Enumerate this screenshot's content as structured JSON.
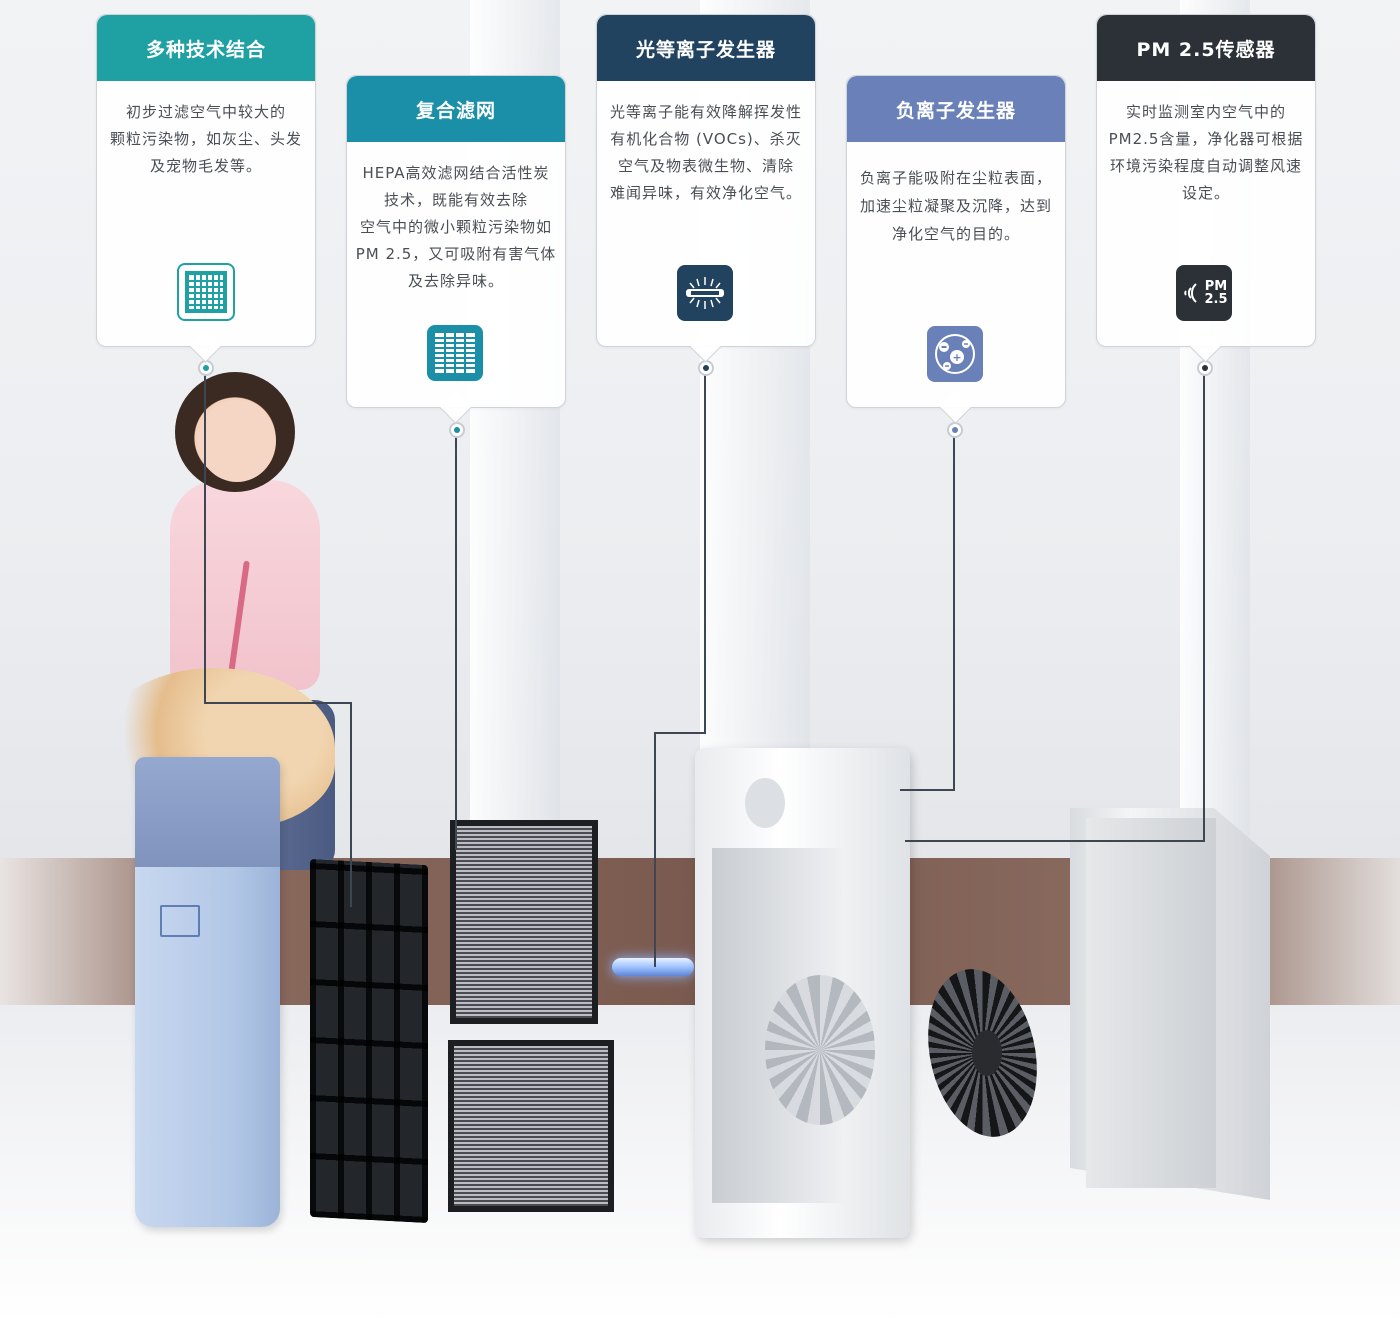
{
  "cards": [
    {
      "title": "多种技术结合",
      "lines": [
        "初步过滤空气中较大的",
        "颗粒污染物，如灰尘、头发",
        "及宠物毛发等。"
      ],
      "icon": "filter-grid-icon",
      "color": "#1fa0a3"
    },
    {
      "title": "复合滤网",
      "lines": [
        "HEPA高效滤网结合活性炭",
        "技术，既能有效去除",
        "空气中的微小颗粒污染物如",
        "PM 2.5，又可吸附有害气体",
        "及去除异味。"
      ],
      "icon": "hepa-filter-icon",
      "color": "#1a8fa7"
    },
    {
      "title": "光等离子发生器",
      "lines": [
        "光等离子能有效降解挥发性",
        "有机化合物 (VOCs)、杀灭",
        "空气及物表微生物、清除",
        "难闻异味，有效净化空气。"
      ],
      "icon": "uv-lamp-icon",
      "color": "#22435f"
    },
    {
      "title": "负离子发生器",
      "lines": [
        "负离子能吸附在尘粒表面，",
        "加速尘粒凝聚及沉降，达到",
        "净化空气的目的。"
      ],
      "icon": "negative-ion-icon",
      "color": "#6a80b8"
    },
    {
      "title": "PM 2.5传感器",
      "lines": [
        "实时监测室内空气中的",
        "PM2.5含量，净化器可根据",
        "环境污染程度自动调整风速",
        "设定。"
      ],
      "icon": "pm-sensor-icon",
      "icon_text": [
        "PM",
        "2.5"
      ],
      "color": "#2b3136"
    }
  ]
}
